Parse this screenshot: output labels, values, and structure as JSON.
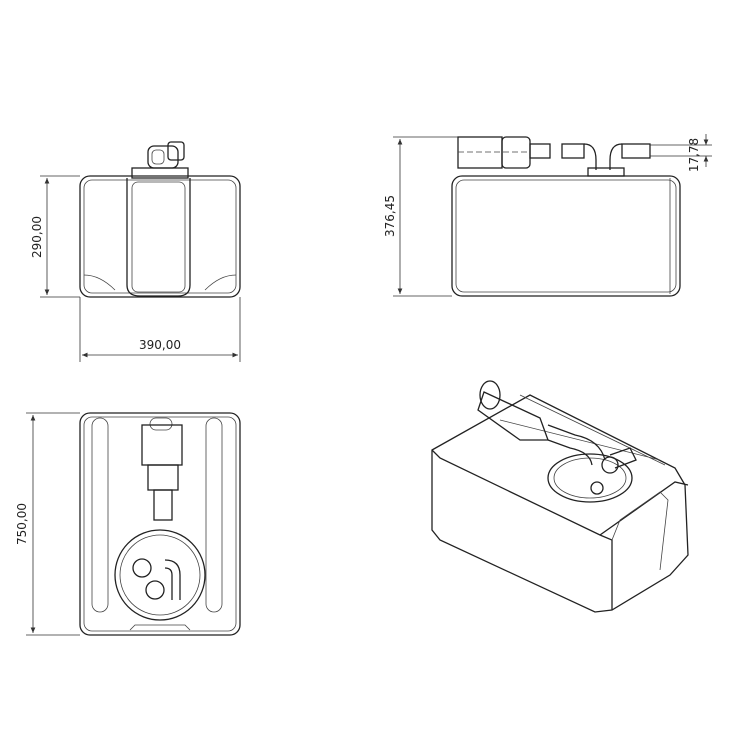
{
  "drawing": {
    "dimensions": {
      "front_height": "290,00",
      "front_width": "390,00",
      "side_height": "376,45",
      "fitting_offset": "17,78",
      "top_length": "750,00"
    },
    "line_color": "#222222",
    "background_color": "#ffffff"
  }
}
